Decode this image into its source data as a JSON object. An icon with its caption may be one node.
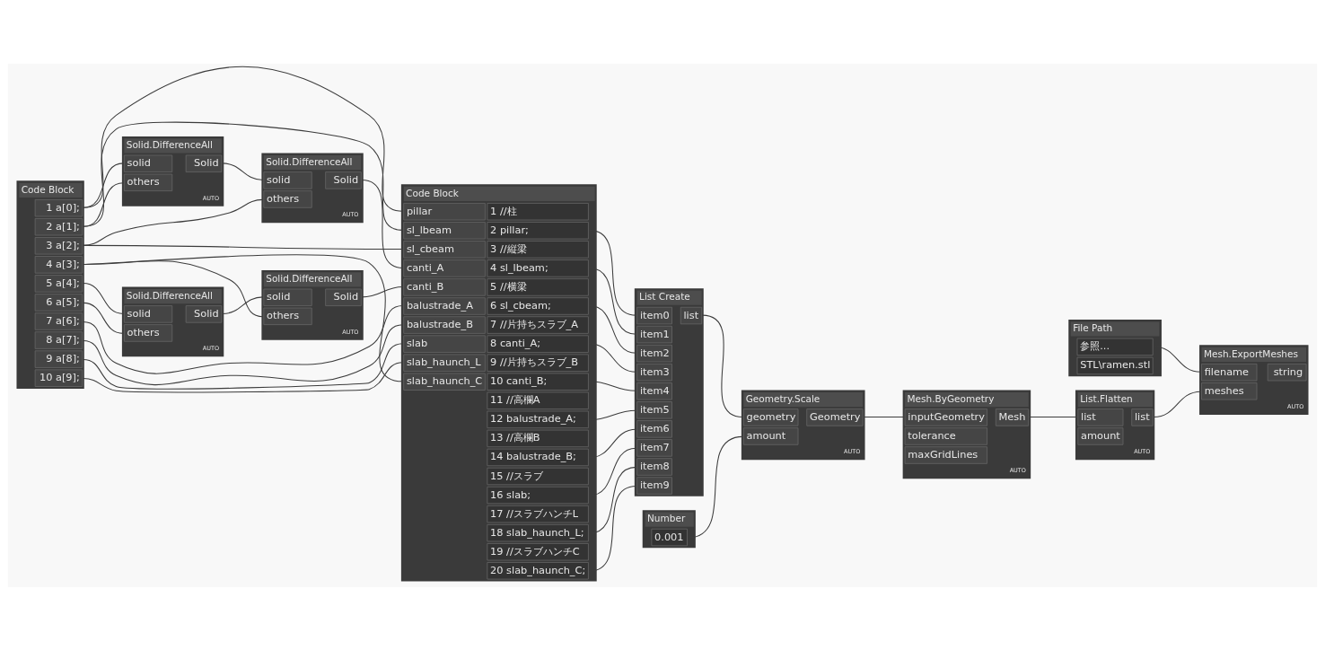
{
  "diagram": {
    "nodes": [
      {
        "text": [
          "Code Block",
          "1 a[0];",
          "2 a[1];",
          "3 a[2];",
          "4 a[3];",
          "5 a[4];",
          "6 a[5];",
          "7 a[6];",
          "8 a[7];",
          "9 a[8];",
          "10 a[9];"
        ]
      },
      {
        "text": [
          "Solid.DifferenceAll",
          "solid",
          "others",
          "Solid",
          "AUTO"
        ]
      },
      {
        "text": [
          "Solid.DifferenceAll",
          "solid",
          "others",
          "Solid",
          "AUTO"
        ]
      },
      {
        "text": [
          "Solid.DifferenceAll",
          "solid",
          "others",
          "Solid",
          "AUTO"
        ]
      },
      {
        "text": [
          "Solid.DifferenceAll",
          "solid",
          "others",
          "Solid",
          "AUTO"
        ]
      },
      {
        "text": [
          "Code Block",
          "pillar",
          "sl_lbeam",
          "sl_cbeam",
          "canti_A",
          "canti_B",
          "balustrade_A",
          "balustrade_B",
          "slab",
          "slab_haunch_L",
          "slab_haunch_C",
          "1 //柱",
          "2 pillar;",
          "3 //縦梁",
          "4 sl_lbeam;",
          "5 //横梁",
          "6 sl_cbeam;",
          "7 //片持ちスラブ_A",
          "8 canti_A;",
          "9 //片持ちスラブ_B",
          "10 canti_B;",
          "11 //高欄A",
          "12 balustrade_A;",
          "13 //高欄B",
          "14 balustrade_B;",
          "15 //スラブ",
          "16 slab;",
          "17 //スラブハンチL",
          "18 slab_haunch_L;",
          "19 //スラブハンチC",
          "20 slab_haunch_C;"
        ]
      },
      {
        "text": [
          "List Create",
          "item0",
          "item1",
          "item2",
          "item3",
          "item4",
          "item5",
          "item6",
          "item7",
          "item8",
          "item9",
          "list"
        ]
      },
      {
        "text": [
          "Number",
          "0.001"
        ]
      },
      {
        "text": [
          "File Path",
          "参照...",
          "STL\\ramen.stl"
        ]
      },
      {
        "text": [
          "Geometry.Scale",
          "geometry",
          "amount",
          "Geometry",
          "AUTO"
        ]
      },
      {
        "text": [
          "Mesh.ByGeometry",
          "inputGeometry",
          "tolerance",
          "maxGridLines",
          "Mesh",
          "AUTO"
        ]
      },
      {
        "text": [
          "List.Flatten",
          "list",
          "amount",
          "list",
          "AUTO"
        ]
      },
      {
        "text": [
          "Mesh.ExportMeshes",
          "filename",
          "meshes",
          "string",
          "AUTO"
        ]
      }
    ],
    "edges": [
      {
        "from": 0,
        "to": 1,
        "arrow": "none"
      },
      {
        "from": 0,
        "to": 1,
        "arrow": "none"
      },
      {
        "from": 0,
        "to": 3,
        "arrow": "none"
      },
      {
        "from": 0,
        "to": 3,
        "arrow": "none"
      },
      {
        "from": 0,
        "to": 2,
        "arrow": "none"
      },
      {
        "from": 0,
        "to": 4,
        "arrow": "none"
      },
      {
        "from": 1,
        "to": 2,
        "arrow": "none"
      },
      {
        "from": 3,
        "to": 4,
        "arrow": "none"
      },
      {
        "from": 0,
        "to": 5,
        "arrow": "none"
      },
      {
        "from": 0,
        "to": 5,
        "arrow": "none"
      },
      {
        "from": 0,
        "to": 5,
        "arrow": "none"
      },
      {
        "from": 2,
        "to": 5,
        "arrow": "none"
      },
      {
        "from": 4,
        "to": 5,
        "arrow": "none"
      },
      {
        "from": 0,
        "to": 5,
        "arrow": "none"
      },
      {
        "from": 0,
        "to": 5,
        "arrow": "none"
      },
      {
        "from": 0,
        "to": 5,
        "arrow": "none"
      },
      {
        "from": 0,
        "to": 5,
        "arrow": "none"
      },
      {
        "from": 0,
        "to": 5,
        "arrow": "none"
      },
      {
        "from": 5,
        "to": 6,
        "arrow": "none"
      },
      {
        "from": 5,
        "to": 6,
        "arrow": "none"
      },
      {
        "from": 5,
        "to": 6,
        "arrow": "none"
      },
      {
        "from": 5,
        "to": 6,
        "arrow": "none"
      },
      {
        "from": 5,
        "to": 6,
        "arrow": "none"
      },
      {
        "from": 5,
        "to": 6,
        "arrow": "none"
      },
      {
        "from": 5,
        "to": 6,
        "arrow": "none"
      },
      {
        "from": 5,
        "to": 6,
        "arrow": "none"
      },
      {
        "from": 5,
        "to": 6,
        "arrow": "none"
      },
      {
        "from": 5,
        "to": 6,
        "arrow": "none"
      },
      {
        "from": 6,
        "to": 9,
        "arrow": "none"
      },
      {
        "from": 7,
        "to": 9,
        "arrow": "none"
      },
      {
        "from": 8,
        "to": 12,
        "arrow": "none"
      },
      {
        "from": 9,
        "to": 10,
        "arrow": "none"
      },
      {
        "from": 10,
        "to": 11,
        "arrow": "none"
      },
      {
        "from": 11,
        "to": 12,
        "arrow": "none"
      }
    ]
  }
}
